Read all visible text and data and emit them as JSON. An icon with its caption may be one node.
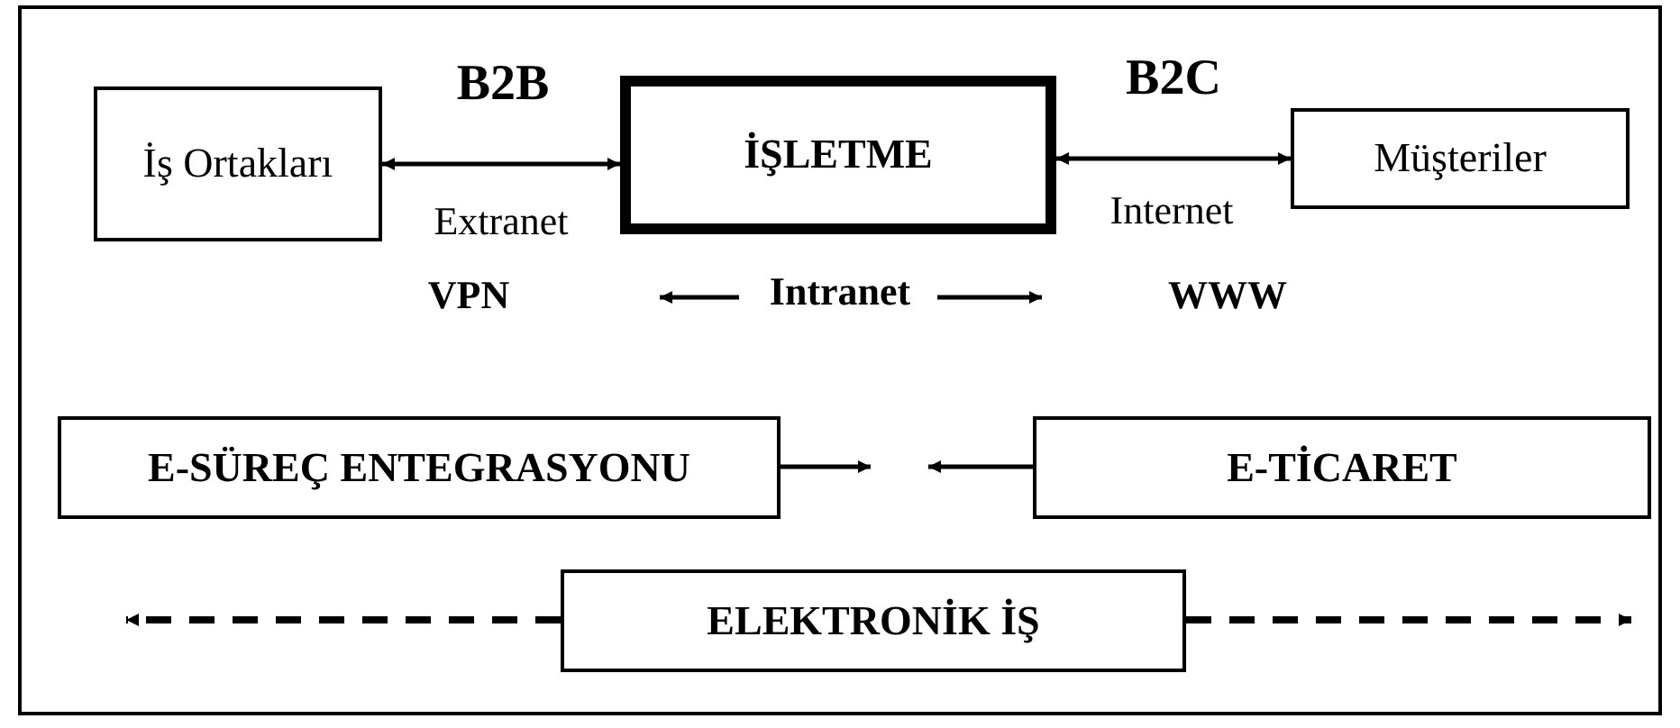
{
  "diagram": {
    "nodes": [
      {
        "text": [
          "İş Ortakları"
        ]
      },
      {
        "text": [
          "İŞLETME"
        ]
      },
      {
        "text": [
          "Müşteriler"
        ]
      },
      {
        "text": [
          "E-SÜREÇ ENTEGRASYONU"
        ]
      },
      {
        "text": [
          "E-TİCARET"
        ]
      },
      {
        "text": [
          "ELEKTRONİK İŞ"
        ]
      }
    ],
    "edges": [
      {
        "from": 0,
        "to": 1,
        "arrow": "both",
        "label": "B2B"
      },
      {
        "from": 1,
        "to": 2,
        "arrow": "both",
        "label": "B2C"
      },
      {
        "from": 3,
        "to": null,
        "arrow": "to"
      },
      {
        "from": 4,
        "to": null,
        "arrow": "to"
      },
      {
        "from": 5,
        "to": null,
        "arrow": "to",
        "style": "dashed"
      },
      {
        "from": 5,
        "to": null,
        "arrow": "to",
        "style": "dashed"
      }
    ],
    "labels": [
      "Extranet",
      "Internet",
      "VPN",
      "Intranet",
      "WWW"
    ]
  }
}
